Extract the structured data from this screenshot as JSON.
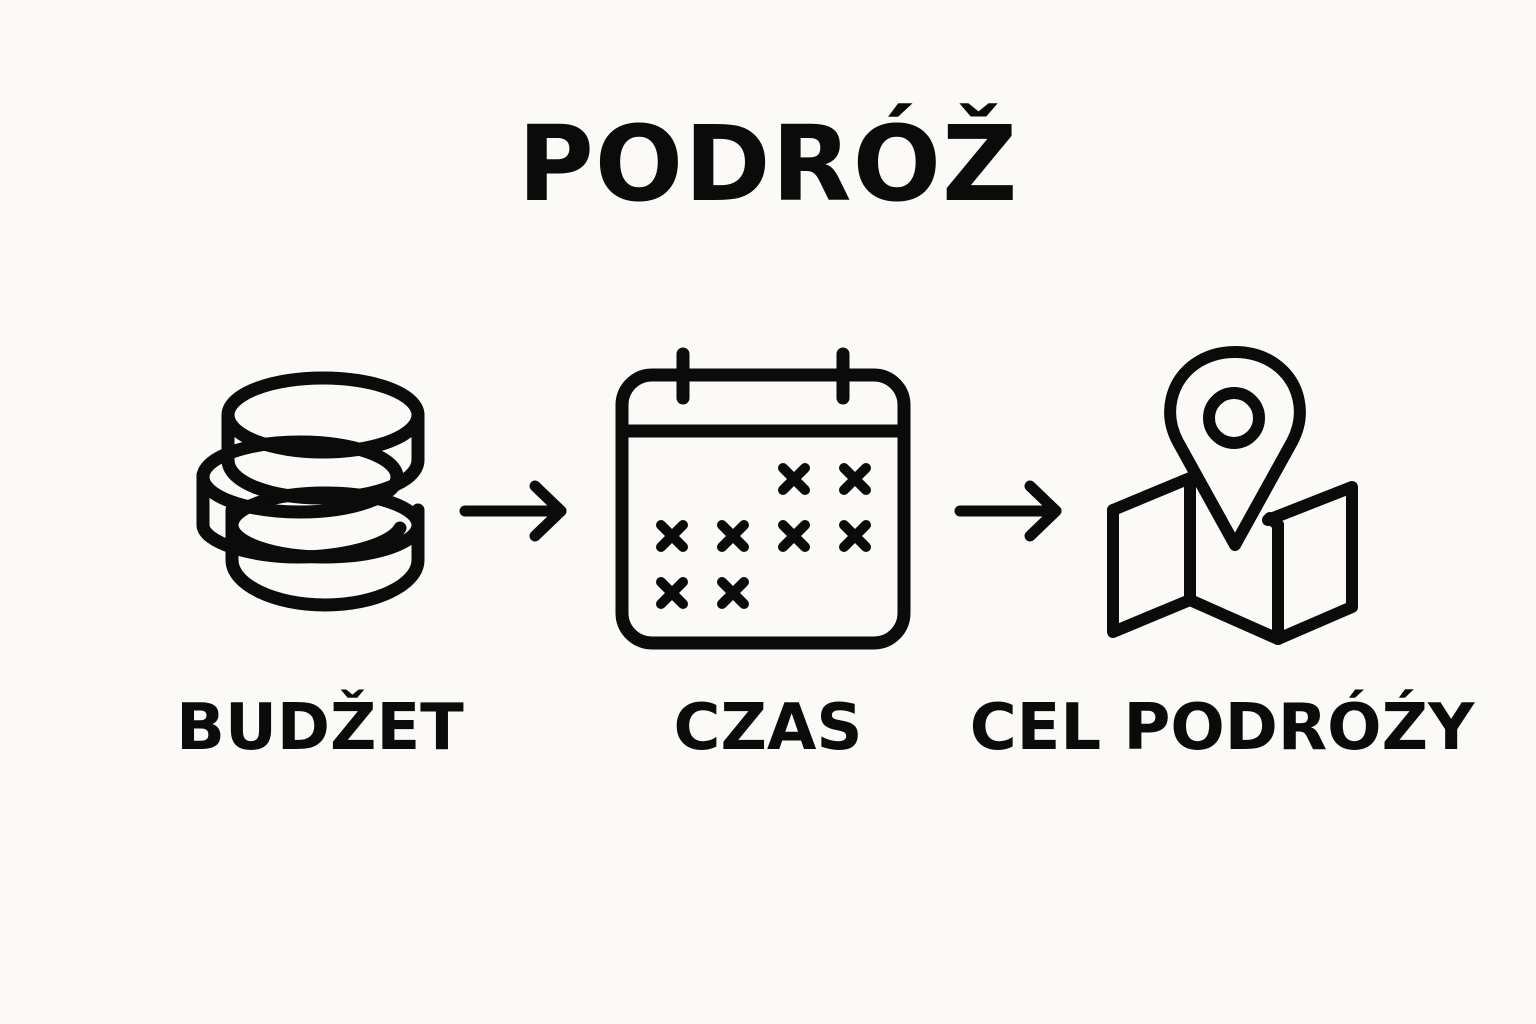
{
  "title": "PODRÓŽ",
  "steps": [
    {
      "label": "BUDŽET",
      "icon": "coins-stack-icon"
    },
    {
      "label": "CZAS",
      "icon": "calendar-icon"
    },
    {
      "label": "CEL PODRÓŹY",
      "icon": "map-pin-icon"
    }
  ],
  "connectors": [
    "arrow-right-icon",
    "arrow-right-icon"
  ],
  "colors": {
    "background": "#fbfaf7",
    "ink": "#0b0b0b"
  }
}
